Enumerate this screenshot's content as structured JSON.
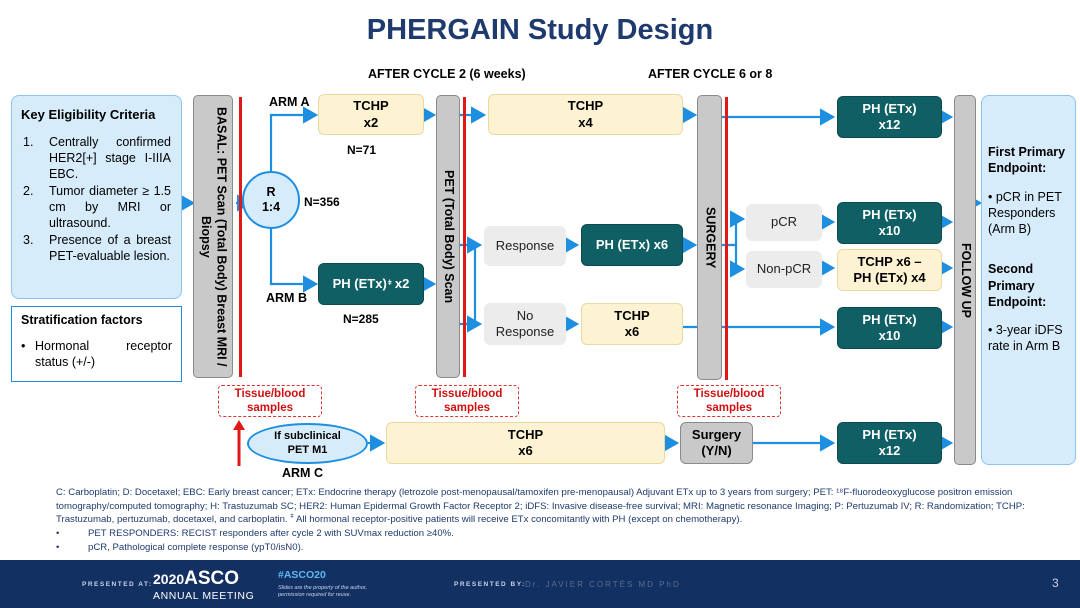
{
  "title": "PHERGAIN Study Design",
  "phases": {
    "cycle2": "AFTER CYCLE 2 (6 weeks)",
    "cycle6": "AFTER CYCLE 6 or 8"
  },
  "eligibility": {
    "heading": "Key Eligibility Criteria",
    "items": [
      "Centrally confirmed HER2[+] stage I-IIIA EBC.",
      "Tumor diameter ≥ 1.5 cm by MRI or ultrasound.",
      "Presence of a breast PET-evaluable lesion."
    ]
  },
  "stratification": {
    "heading": "Stratification factors",
    "items": [
      "Hormonal receptor status (+/-)"
    ]
  },
  "basal": "BASAL: PET Scan (Total Body) Breast MRI / Biopsy",
  "pet_scan": "PET (Total Body) Scan",
  "surgery_bar": "SURGERY",
  "follow_up": "FOLLOW UP",
  "randomization": {
    "line1": "R",
    "line2": "1:4",
    "n": "N=356"
  },
  "arm_a": {
    "label": "ARM A",
    "n": "N=71",
    "box1_l1": "TCHP",
    "box1_l2": "x2",
    "box2_l1": "TCHP",
    "box2_l2": "x4",
    "box3_l1": "PH (ETx)",
    "box3_l2": "x12"
  },
  "arm_b": {
    "label": "ARM B",
    "n": "N=285",
    "box1": "PH (ETx)",
    "response": "Response",
    "response_tx": "PH (ETx) x6",
    "no_response_l1": "No",
    "no_response_l2": "Response",
    "nr_tx_l1": "TCHP",
    "nr_tx_l2": "x6",
    "pcr": "pCR",
    "non_pcr": "Non-pCR",
    "pcr_tx_l1": "PH (ETx)",
    "pcr_tx_l2": "x10",
    "nonpcr_tx_l1": "TCHP x6 –",
    "nonpcr_tx_l2": "PH (ETx) x4",
    "nr_post_l1": "PH (ETx)",
    "nr_post_l2": "x10"
  },
  "arm_c": {
    "label": "ARM C",
    "cond_l1": "If subclinical",
    "cond_l2": "PET M1",
    "tx_l1": "TCHP",
    "tx_l2": "x6",
    "surgery_l1": "Surgery",
    "surgery_l2": "(Y/N)",
    "post_l1": "PH (ETx)",
    "post_l2": "x12"
  },
  "tissue_l1": "Tissue/blood",
  "tissue_l2": "samples",
  "endpoints": {
    "first_heading": "First Primary Endpoint:",
    "first_item": "pCR in PET Responders (Arm B)",
    "second_heading": "Second Primary Endpoint:",
    "second_item": "3-year iDFS rate in Arm B"
  },
  "footnote": {
    "p1": "C: Carboplatin; D: Docetaxel; EBC: Early breast cancer; ETx: Endocrine therapy (letrozole post-menopausal/tamoxifen pre-menopausal) Adjuvant ETx up to 3 years from surgery; PET: ¹⁸F-fluorodeoxyglucose positron emission tomography/computed tomography; H: Trastuzumab SC; HER2: Human Epidermal Growth Factor Receptor 2; iDFS: Invasive disease-free survival; MRI: Magnetic resonance Imaging; P: Pertuzumab IV; R: Randomization; TCHP: Trastuzumab, pertuzumab, docetaxel, and carboplatin.",
    "p1b": "All hormonal receptor-positive patients will receive ETx concomitantly with PH (except on chemotherapy).",
    "b1": "PET RESPONDERS: RECIST responders after cycle 2 with SUVmax reduction ≥40%.",
    "b2": "pCR, Pathological complete response (ypT0/isN0)."
  },
  "footer": {
    "presented_at": "PRESENTED AT:",
    "asco_year": "2020",
    "asco_name": "ASCO",
    "asco_sub": "ANNUAL MEETING",
    "hashtag": "#ASCO20",
    "disclaimer_l1": "Slides are the property of the author,",
    "disclaimer_l2": "permission required for reuse.",
    "presented_by": "PRESENTED BY:",
    "presenter": "Dr. JAVIER CORTÉS MD PhD",
    "page": "3"
  }
}
